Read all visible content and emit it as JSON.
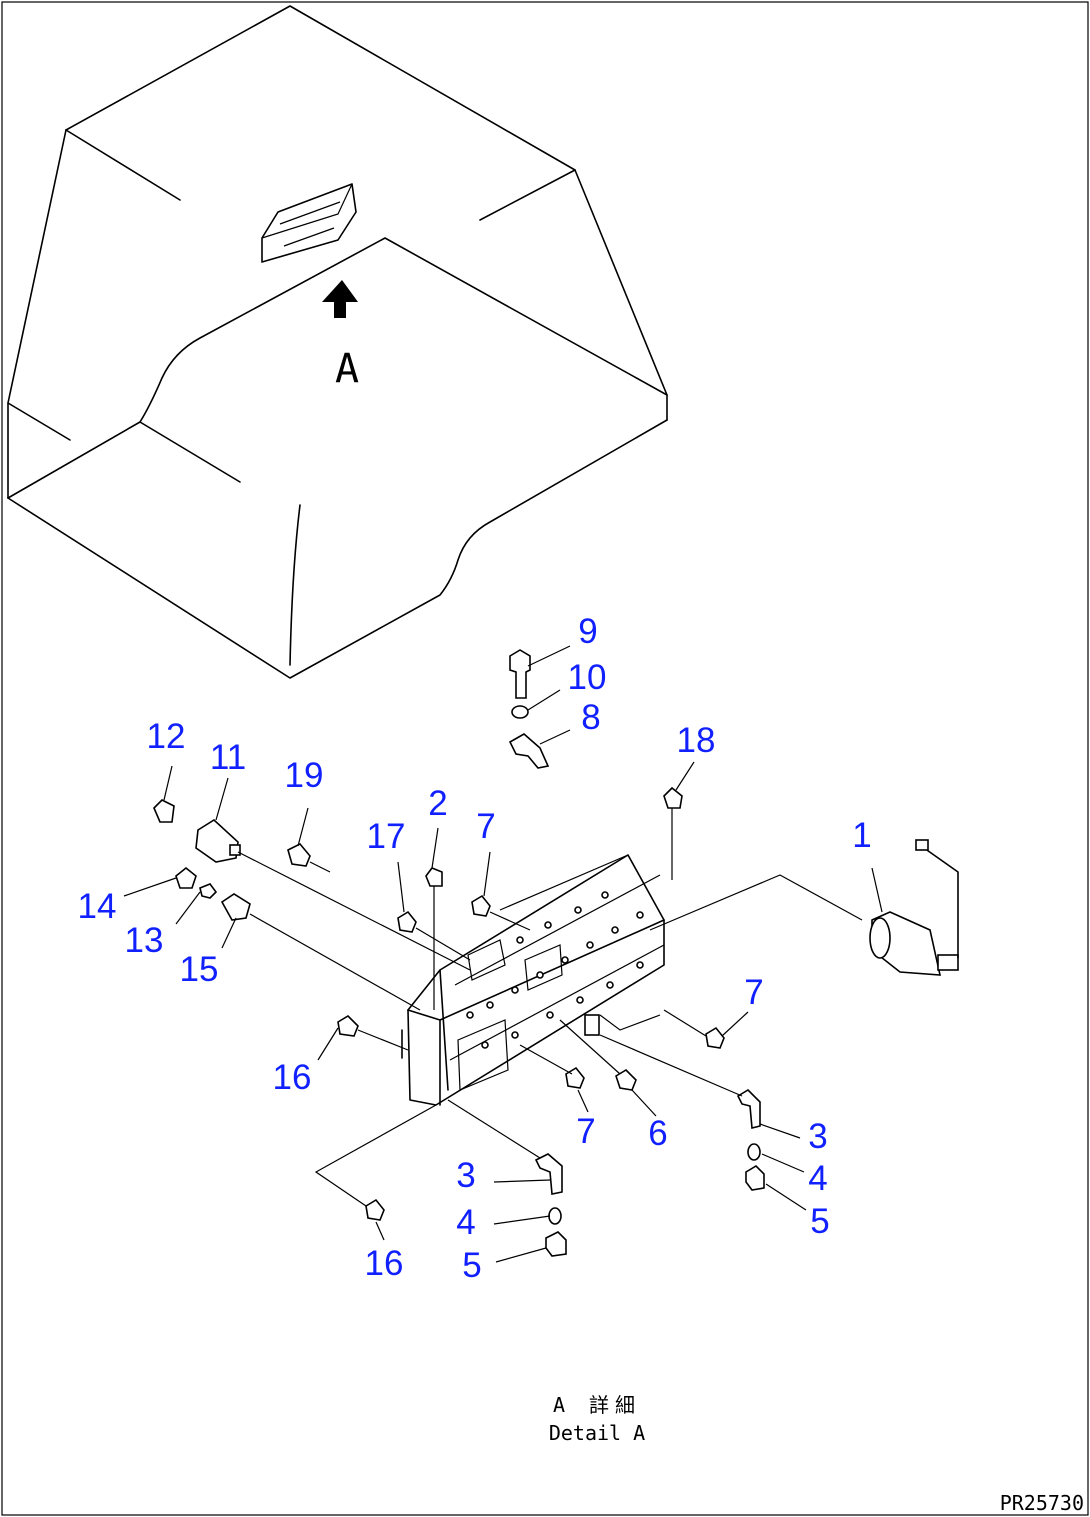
{
  "view_label": "A",
  "detail_caption_jp": "A 詳細",
  "detail_caption_en": "Detail A",
  "drawing_number": "PR25730",
  "callout_color": "#1020ff",
  "callouts": [
    "1",
    "2",
    "3",
    "4",
    "5",
    "6",
    "7",
    "8",
    "9",
    "10",
    "11",
    "12",
    "13",
    "14",
    "15",
    "16",
    "17",
    "18",
    "19"
  ]
}
